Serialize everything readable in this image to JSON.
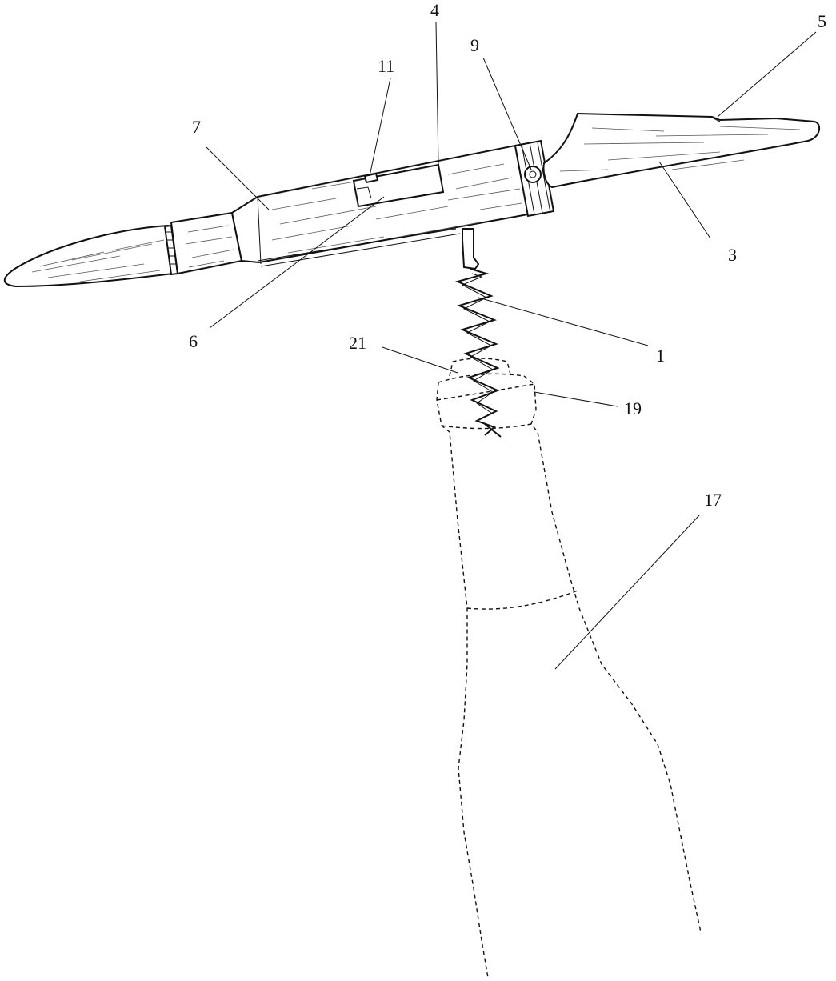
{
  "figure": {
    "labels": {
      "l1": "1",
      "l3": "3",
      "l4": "4",
      "l5": "5",
      "l6": "6",
      "l7": "7",
      "l9": "9",
      "l11": "11",
      "l17": "17",
      "l19": "19",
      "l21": "21"
    }
  }
}
